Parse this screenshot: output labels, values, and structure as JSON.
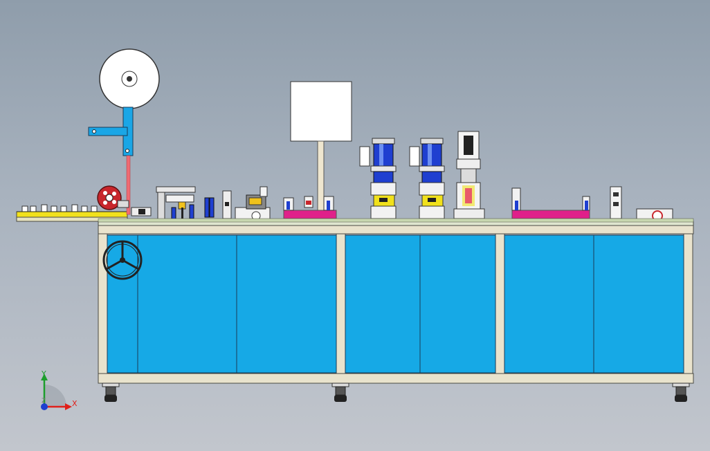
{
  "viewport": {
    "background": [
      "#8f9dab",
      "#c2c6cd"
    ]
  },
  "colors": {
    "panel_blue": "#16a9e6",
    "frame_beige": "#e9e3cd",
    "frame_line": "#4a4a42",
    "magenta_rail": "#e0208a",
    "yellow_block": "#f1e11c",
    "cylinder_blue": "#1f3fd0",
    "red_wheel": "#c8262c",
    "label_box": "#ffffff"
  },
  "axis_triad": {
    "x_label": "X",
    "y_label": "Y",
    "z_label": "Z"
  }
}
